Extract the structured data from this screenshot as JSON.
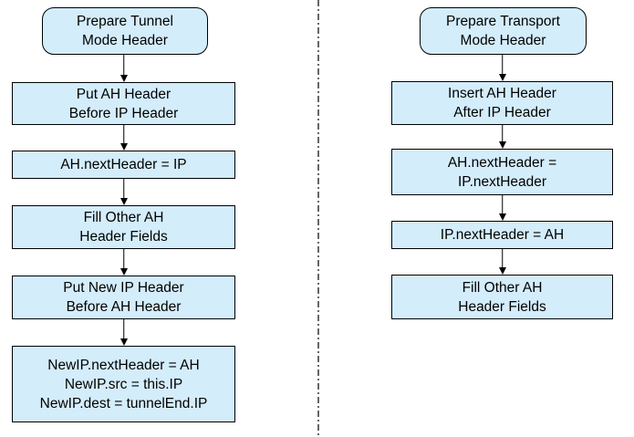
{
  "colors": {
    "node_fill": "#d4edfb",
    "node_border": "#000000",
    "arrow": "#000000",
    "divider": "#666666"
  },
  "flows": [
    {
      "name": "tunnel-mode",
      "start": "Prepare Tunnel\nMode Header",
      "steps": [
        "Put AH Header\nBefore IP Header",
        "AH.nextHeader = IP",
        "Fill Other AH\nHeader Fields",
        "Put New IP Header\nBefore AH Header",
        "NewIP.nextHeader = AH\nNewIP.src = this.IP\nNewIP.dest = tunnelEnd.IP"
      ]
    },
    {
      "name": "transport-mode",
      "start": "Prepare Transport\nMode Header",
      "steps": [
        "Insert AH Header\nAfter IP Header",
        "AH.nextHeader =\nIP.nextHeader",
        "IP.nextHeader = AH",
        "Fill Other AH\nHeader Fields"
      ]
    }
  ]
}
